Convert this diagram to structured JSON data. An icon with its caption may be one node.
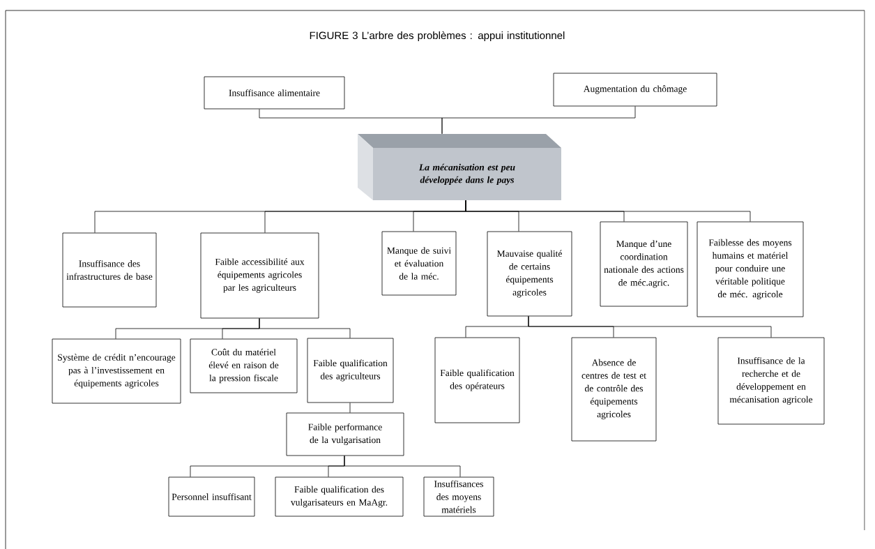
{
  "diagram": {
    "title": "FIGURE 3 L’arbre des problèmes : appui institutionnel",
    "nodes": [
      {
        "text": [
          "Insuffisance alimentaire"
        ]
      },
      {
        "text": [
          "Augmentation du chômage"
        ]
      },
      {
        "text": [
          "La mécanisation est peu développée dans le pays"
        ]
      },
      {
        "text": [
          "Insuffisance des infrastructures de base"
        ]
      },
      {
        "text": [
          "Faible accessibilité aux équipements agricoles par les agriculteurs"
        ]
      },
      {
        "text": [
          "Manque de suivi et évaluation de la méc."
        ]
      },
      {
        "text": [
          "Mauvaise qualité de certains équipements agricoles"
        ]
      },
      {
        "text": [
          "Manque d’une coordination nationale des actions de méc.agric."
        ]
      },
      {
        "text": [
          "Faiblesse des moyens humains et matériel pour conduire une véritable politique de méc. agricole"
        ]
      },
      {
        "text": [
          "Système de crédit n’encourage pas à l’investissement en équipements agricoles"
        ]
      },
      {
        "text": [
          "Coût du matériel élevé en raison de la pression fiscale"
        ]
      },
      {
        "text": [
          "Faible qualification des agriculteurs"
        ]
      },
      {
        "text": [
          "Faible qualification des opérateurs"
        ]
      },
      {
        "text": [
          "Absence de centres de test et de contrôle des équipements agricoles"
        ]
      },
      {
        "text": [
          "Insuffisance de la recherche et de développement en mécanisation agricole"
        ]
      },
      {
        "text": [
          "Faible performance de la vulgarisation"
        ]
      },
      {
        "text": [
          "Personnel insuffisant"
        ]
      },
      {
        "text": [
          "Faible qualification des vulgarisateurs en MaAgr."
        ]
      },
      {
        "text": [
          "Insuffisances des moyens matériels"
        ]
      }
    ],
    "edges": [
      {
        "from": 0,
        "to": 2,
        "arrow": "none"
      },
      {
        "from": 1,
        "to": 2,
        "arrow": "none"
      },
      {
        "from": 2,
        "to": 3,
        "arrow": "none"
      },
      {
        "from": 2,
        "to": 4,
        "arrow": "none"
      },
      {
        "from": 2,
        "to": 5,
        "arrow": "none"
      },
      {
        "from": 2,
        "to": 6,
        "arrow": "none"
      },
      {
        "from": 2,
        "to": 7,
        "arrow": "none"
      },
      {
        "from": 2,
        "to": 8,
        "arrow": "none"
      },
      {
        "from": 4,
        "to": 9,
        "arrow": "none"
      },
      {
        "from": 4,
        "to": 10,
        "arrow": "none"
      },
      {
        "from": 4,
        "to": 11,
        "arrow": "none"
      },
      {
        "from": 6,
        "to": 12,
        "arrow": "none"
      },
      {
        "from": 6,
        "to": 13,
        "arrow": "none"
      },
      {
        "from": 6,
        "to": 14,
        "arrow": "none"
      },
      {
        "from": 11,
        "to": 15,
        "arrow": "none"
      },
      {
        "from": 15,
        "to": 16,
        "arrow": "none"
      },
      {
        "from": 15,
        "to": 17,
        "arrow": "none"
      },
      {
        "from": 15,
        "to": 18,
        "arrow": "none"
      }
    ]
  }
}
